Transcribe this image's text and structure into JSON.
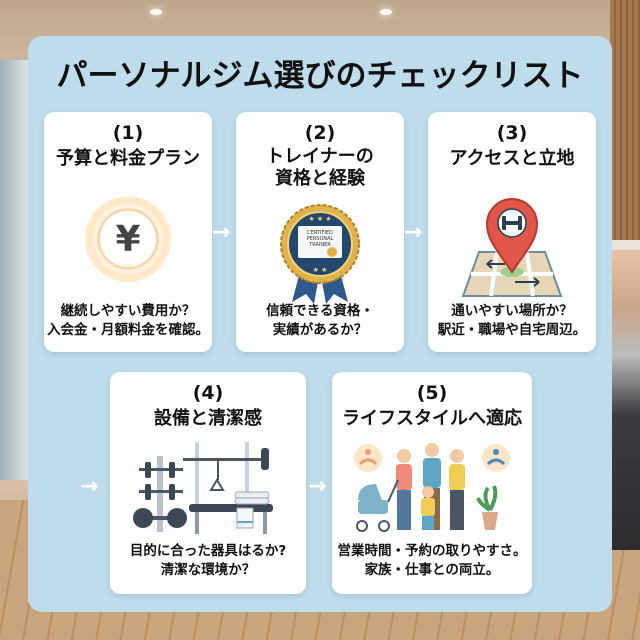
{
  "title": "パーソナルジム選びのチェックリスト",
  "colors": {
    "panel_bg": "#bfdcea",
    "card_bg": "#ffffff",
    "text": "#111111",
    "arrow": "#ffffff"
  },
  "cards": [
    {
      "number": "(1)",
      "title": "予算と料金プラン",
      "icon": "yen-coin-icon",
      "icon_glyph": "¥",
      "desc_line1": "継続しやすい費用か？",
      "desc_line2": "入会金・月額料金を確認。"
    },
    {
      "number": "(2)",
      "title_line1": "トレイナーの",
      "title_line2": "資格と経験",
      "icon": "certified-badge-icon",
      "badge_text_line1": "CERTIFIED",
      "badge_text_line2": "PERSONAL",
      "badge_text_line3": "TRAINER",
      "desc_line1": "信頼できる資格・",
      "desc_line2": "実績があるか？"
    },
    {
      "number": "(3)",
      "title": "アクセスと立地",
      "icon": "map-pin-dumbbell-icon",
      "desc_line1": "通いやすい場所か？",
      "desc_line2": "駅近・職場や自宅周辺。"
    },
    {
      "number": "(4)",
      "title": "設備と清潔感",
      "icon": "gym-equipment-icon",
      "desc_line1": "目的に合った器具はるか?",
      "desc_line2": "清潔な環境か？"
    },
    {
      "number": "(5)",
      "title": "ライフスタイルへ適応",
      "icon": "family-lifestyle-icon",
      "desc_line1": "営業時間・予約の取りやすさ。",
      "desc_line2": "家族・仕事との両立。"
    }
  ],
  "arrows": [
    "→",
    "→",
    "→",
    "→"
  ]
}
